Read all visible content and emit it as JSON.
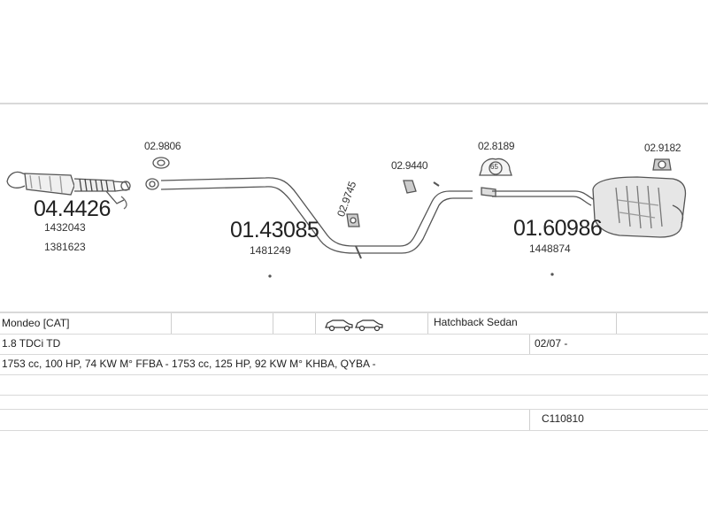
{
  "parts": {
    "cat_code": "04.4426",
    "cat_ref1": "1432043",
    "cat_ref2": "1381623",
    "gasket1": "02.9806",
    "mid_code": "01.43085",
    "mid_ref": "1481249",
    "hanger1": "02.9745",
    "hanger2": "02.9440",
    "clamp_top": "02.8189",
    "clamp_num": "65",
    "rear_code": "01.60986",
    "rear_ref": "1448874",
    "hanger3": "02.9182"
  },
  "table": {
    "model": "Mondeo  [CAT]",
    "body_type": "Hatchback Sedan",
    "engine": "1.8 TDCi TD",
    "date": "02/07 -",
    "spec": "1753 cc, 100 HP, 74 KW M° FFBA - 1753 cc, 125 HP, 92 KW M° KHBA, QYBA -",
    "code": "C110810"
  },
  "icons": {
    "cars": "car-silhouette-icon"
  }
}
